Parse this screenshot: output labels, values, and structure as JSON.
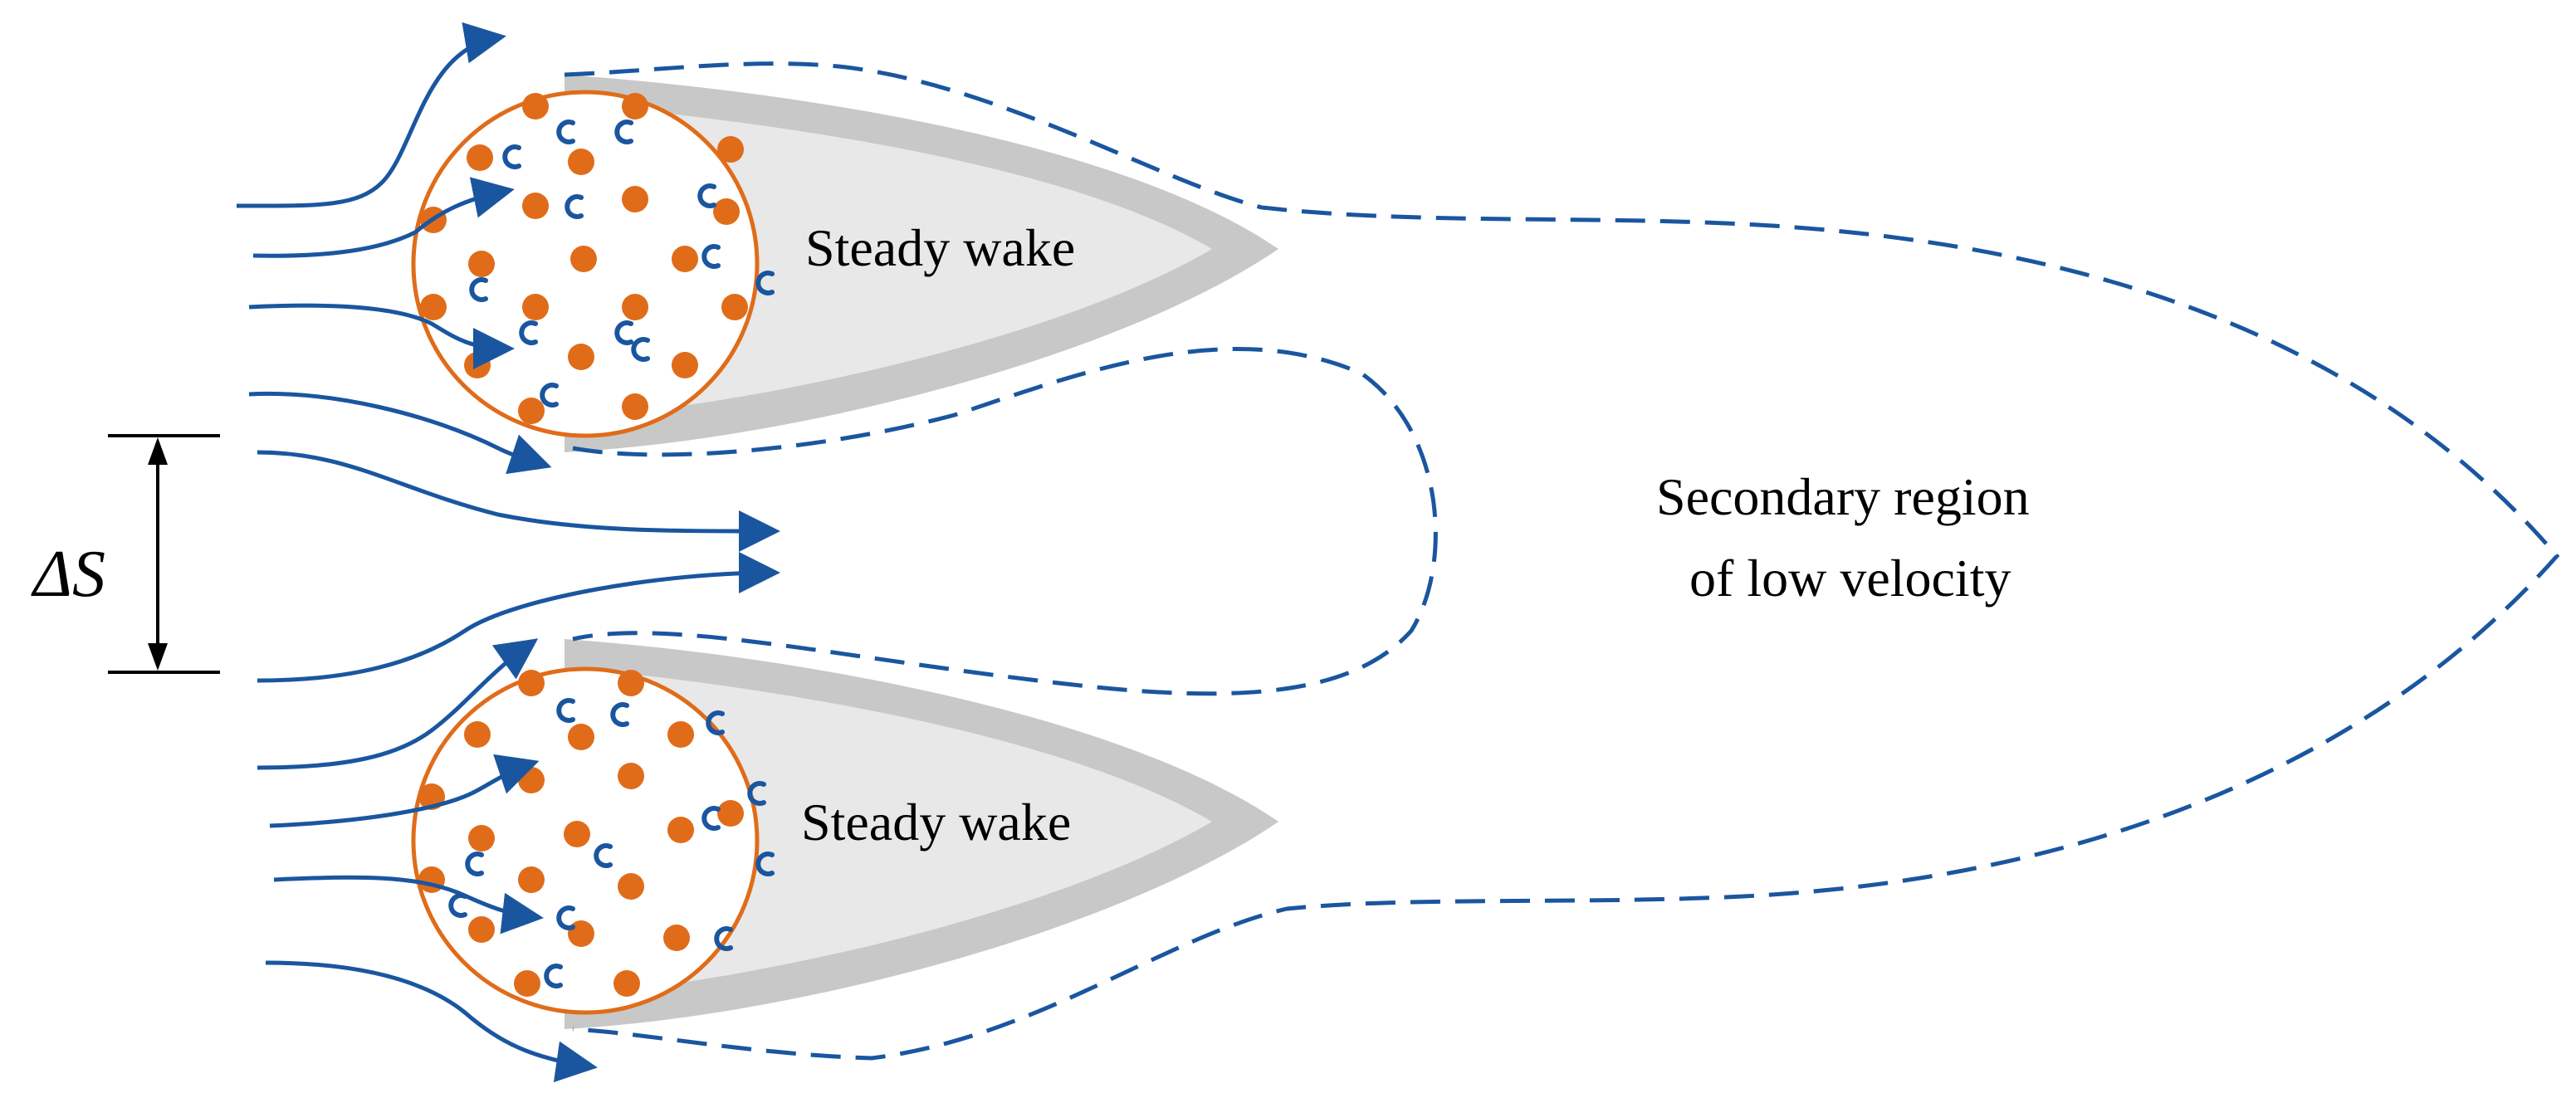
{
  "labels": {
    "steady_wake_top": "Steady wake",
    "steady_wake_bottom": "Steady wake",
    "secondary_region_line1": "Secondary region",
    "secondary_region_line2": "of low velocity",
    "spacing": "ΔS"
  },
  "colors": {
    "flow_line": "#1a56a0",
    "particle": "#e06c1a",
    "cylinder_outline": "#e06c1a",
    "wake_fill": "#e8e8e8",
    "wake_shadow": "#c8c8c8",
    "dashed_boundary": "#1a56a0",
    "dimension_line": "#000000"
  },
  "icons": {
    "flow_arrow": "arrowhead",
    "particle": "filled-dot",
    "eddy": "c-shaped-vortex"
  }
}
